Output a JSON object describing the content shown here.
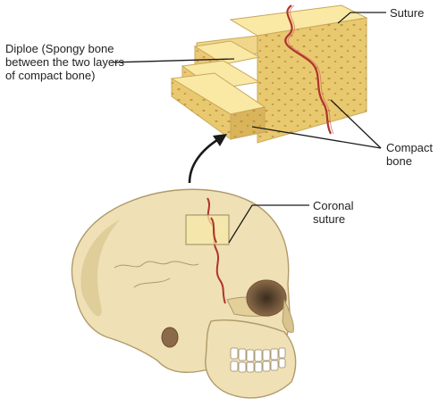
{
  "labels": {
    "suture": "Suture",
    "diploe": [
      "Diploe (Spongy bone",
      "between the two layers",
      "of compact bone)"
    ],
    "compact_bone": [
      "Compact",
      "bone"
    ],
    "coronal_suture": [
      "Coronal",
      "suture"
    ]
  },
  "colors": {
    "bone": "#efe0b6",
    "bone_shadow": "#d9c48f",
    "block_top": "#fae9a4",
    "block_side": "#e8c96f",
    "block_pores": "#b88a3a",
    "suture_line": "#b0342a",
    "leader_line": "#1a1a1a",
    "inset_box": "#f7eaa8"
  }
}
